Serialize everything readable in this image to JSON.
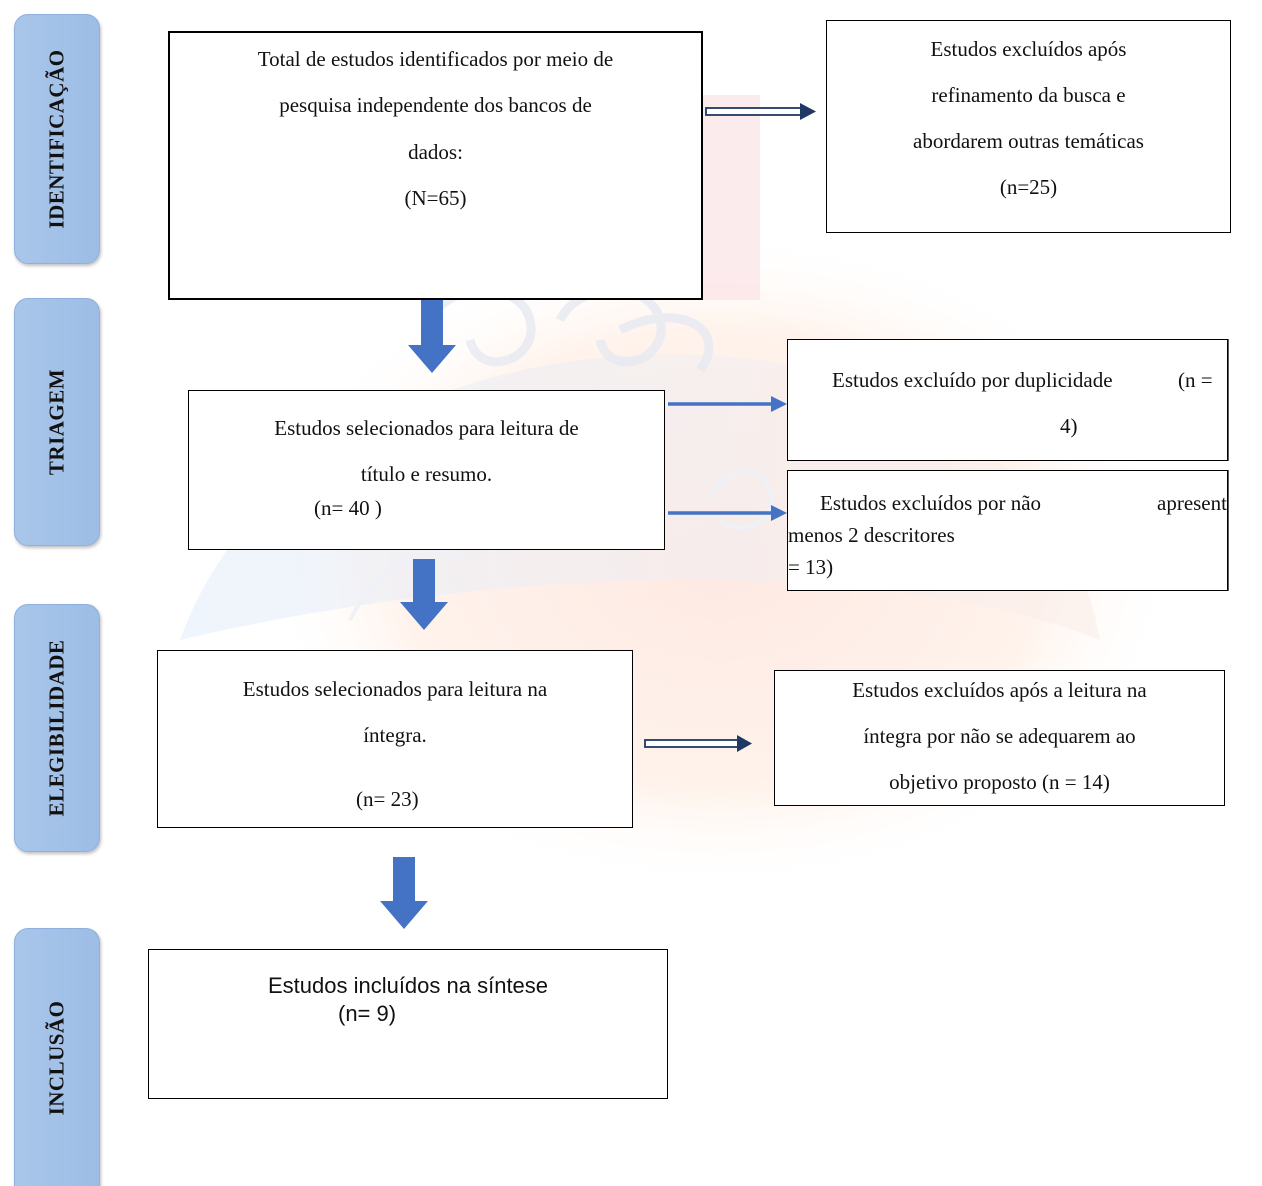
{
  "phases": {
    "identificacao": "IDENTIFICAÇÃO",
    "triagem": "TRIAGEM",
    "elegibilidade": "ELEGIBILIDADE",
    "inclusao": "INCLUSÃO"
  },
  "box_identified": {
    "line1": "Total de estudos identificados por meio de",
    "line2": "pesquisa independente dos bancos de",
    "line3": "dados:",
    "line4": "(N=65)"
  },
  "box_excluded_refine": {
    "line1": "Estudos excluídos após",
    "line2": "refinamento da busca e",
    "line3": "abordarem outras temáticas",
    "line4": "(n=25)"
  },
  "box_screened": {
    "line1": "Estudos selecionados para leitura de",
    "line2": "título e resumo.",
    "line3": "(n= 40 )"
  },
  "box_excluded_duplicate": {
    "line1a": "Estudos excluído por duplicidade",
    "line1b": "(n =",
    "line2": "4)"
  },
  "box_excluded_descriptors": {
    "line1a": "Estudos excluídos por não",
    "line1b": "apresent",
    "line2": "menos 2 descritores",
    "line3": "= 13)"
  },
  "box_full_text": {
    "line1": "Estudos selecionados para leitura na",
    "line2": "íntegra.",
    "line3": "(n= 23)"
  },
  "box_excluded_full_text": {
    "line1": "Estudos excluídos após a leitura na",
    "line2": "íntegra por não se adequarem ao",
    "line3": "objetivo proposto (n = 14)"
  },
  "box_included": {
    "line1": "Estudos incluídos na síntese",
    "line2": "(n= 9)"
  },
  "colors": {
    "phase_fill": "#a9c6ea",
    "arrow_blue": "#4472c4",
    "arrow_navy": "#1f3864"
  }
}
